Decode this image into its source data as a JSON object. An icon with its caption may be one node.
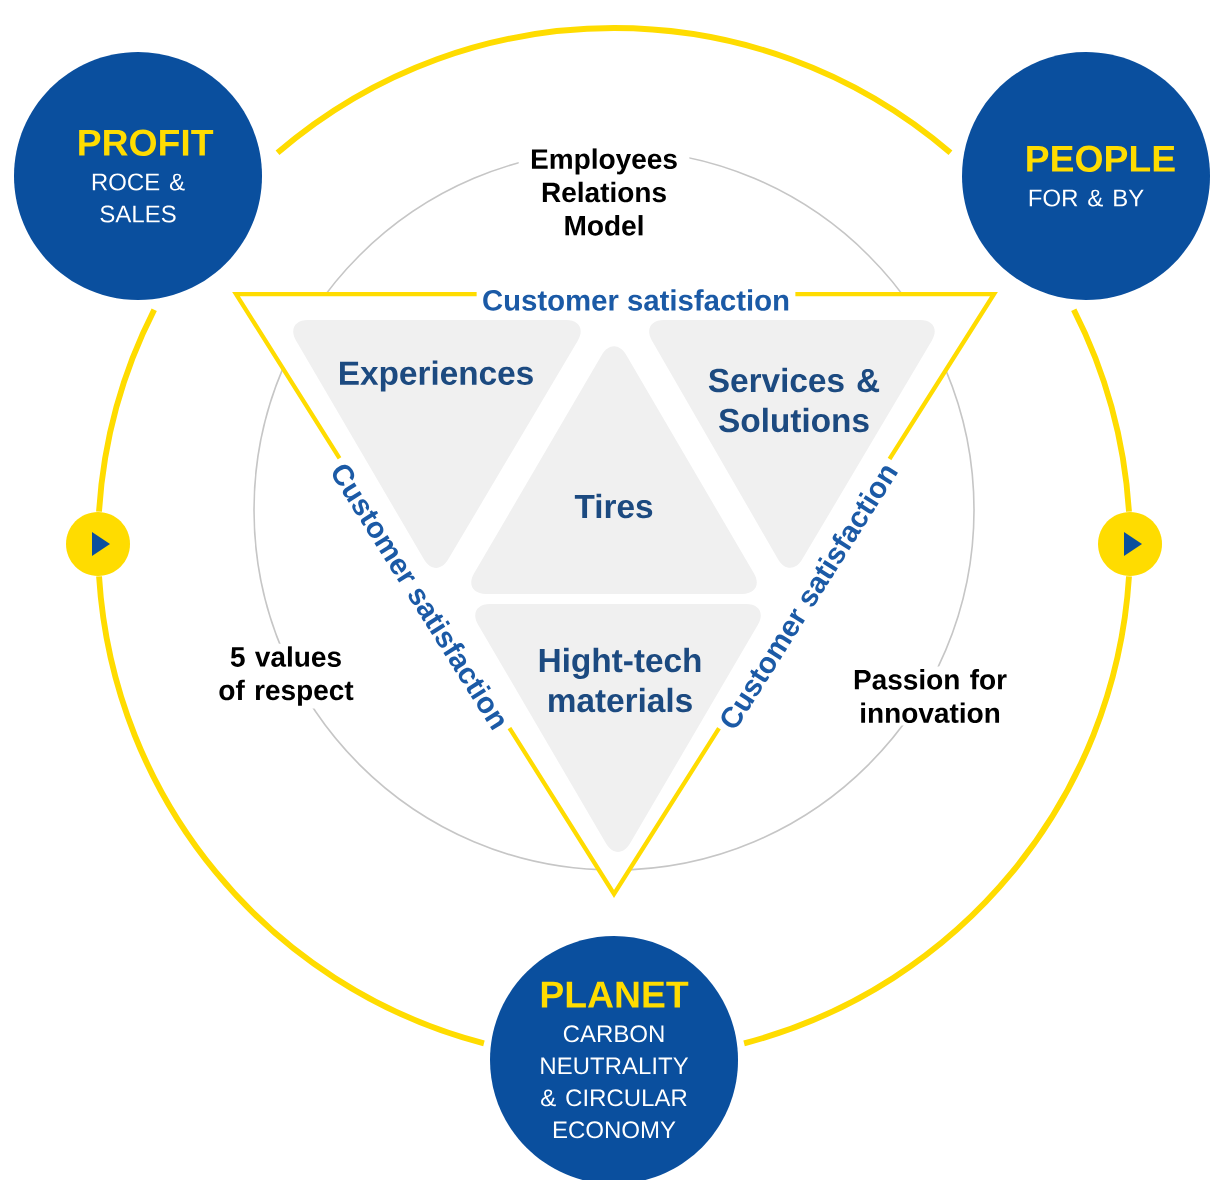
{
  "diagram": {
    "nodes": [
      {
        "text": [
          "PROFIT",
          "ROCE & SALES"
        ]
      },
      {
        "text": [
          "PEOPLE",
          "FOR & BY"
        ]
      },
      {
        "text": [
          "PLANET",
          "CARBON NEUTRALITY & CIRCULAR ECONOMY"
        ]
      },
      {
        "text": [
          "Experiences"
        ]
      },
      {
        "text": [
          "Tires"
        ]
      },
      {
        "text": [
          "Services & Solutions"
        ]
      },
      {
        "text": [
          "Hight-tech materials"
        ]
      },
      {
        "text": [],
        "shape": "circle"
      },
      {
        "text": [],
        "shape": "circle"
      }
    ],
    "edges": [
      {
        "from": 0,
        "to": 1,
        "arrow": "none"
      },
      {
        "from": 1,
        "to": 8,
        "arrow": "none"
      },
      {
        "from": 8,
        "to": 2,
        "arrow": "none"
      },
      {
        "from": 2,
        "to": 7,
        "arrow": "none"
      },
      {
        "from": 7,
        "to": 0,
        "arrow": "none"
      }
    ],
    "labels": [
      "Employees Relations Model",
      "Customer satisfaction",
      "Customer satisfaction",
      "Customer satisfaction",
      "5 values of respect",
      "Passion for innovation"
    ]
  }
}
